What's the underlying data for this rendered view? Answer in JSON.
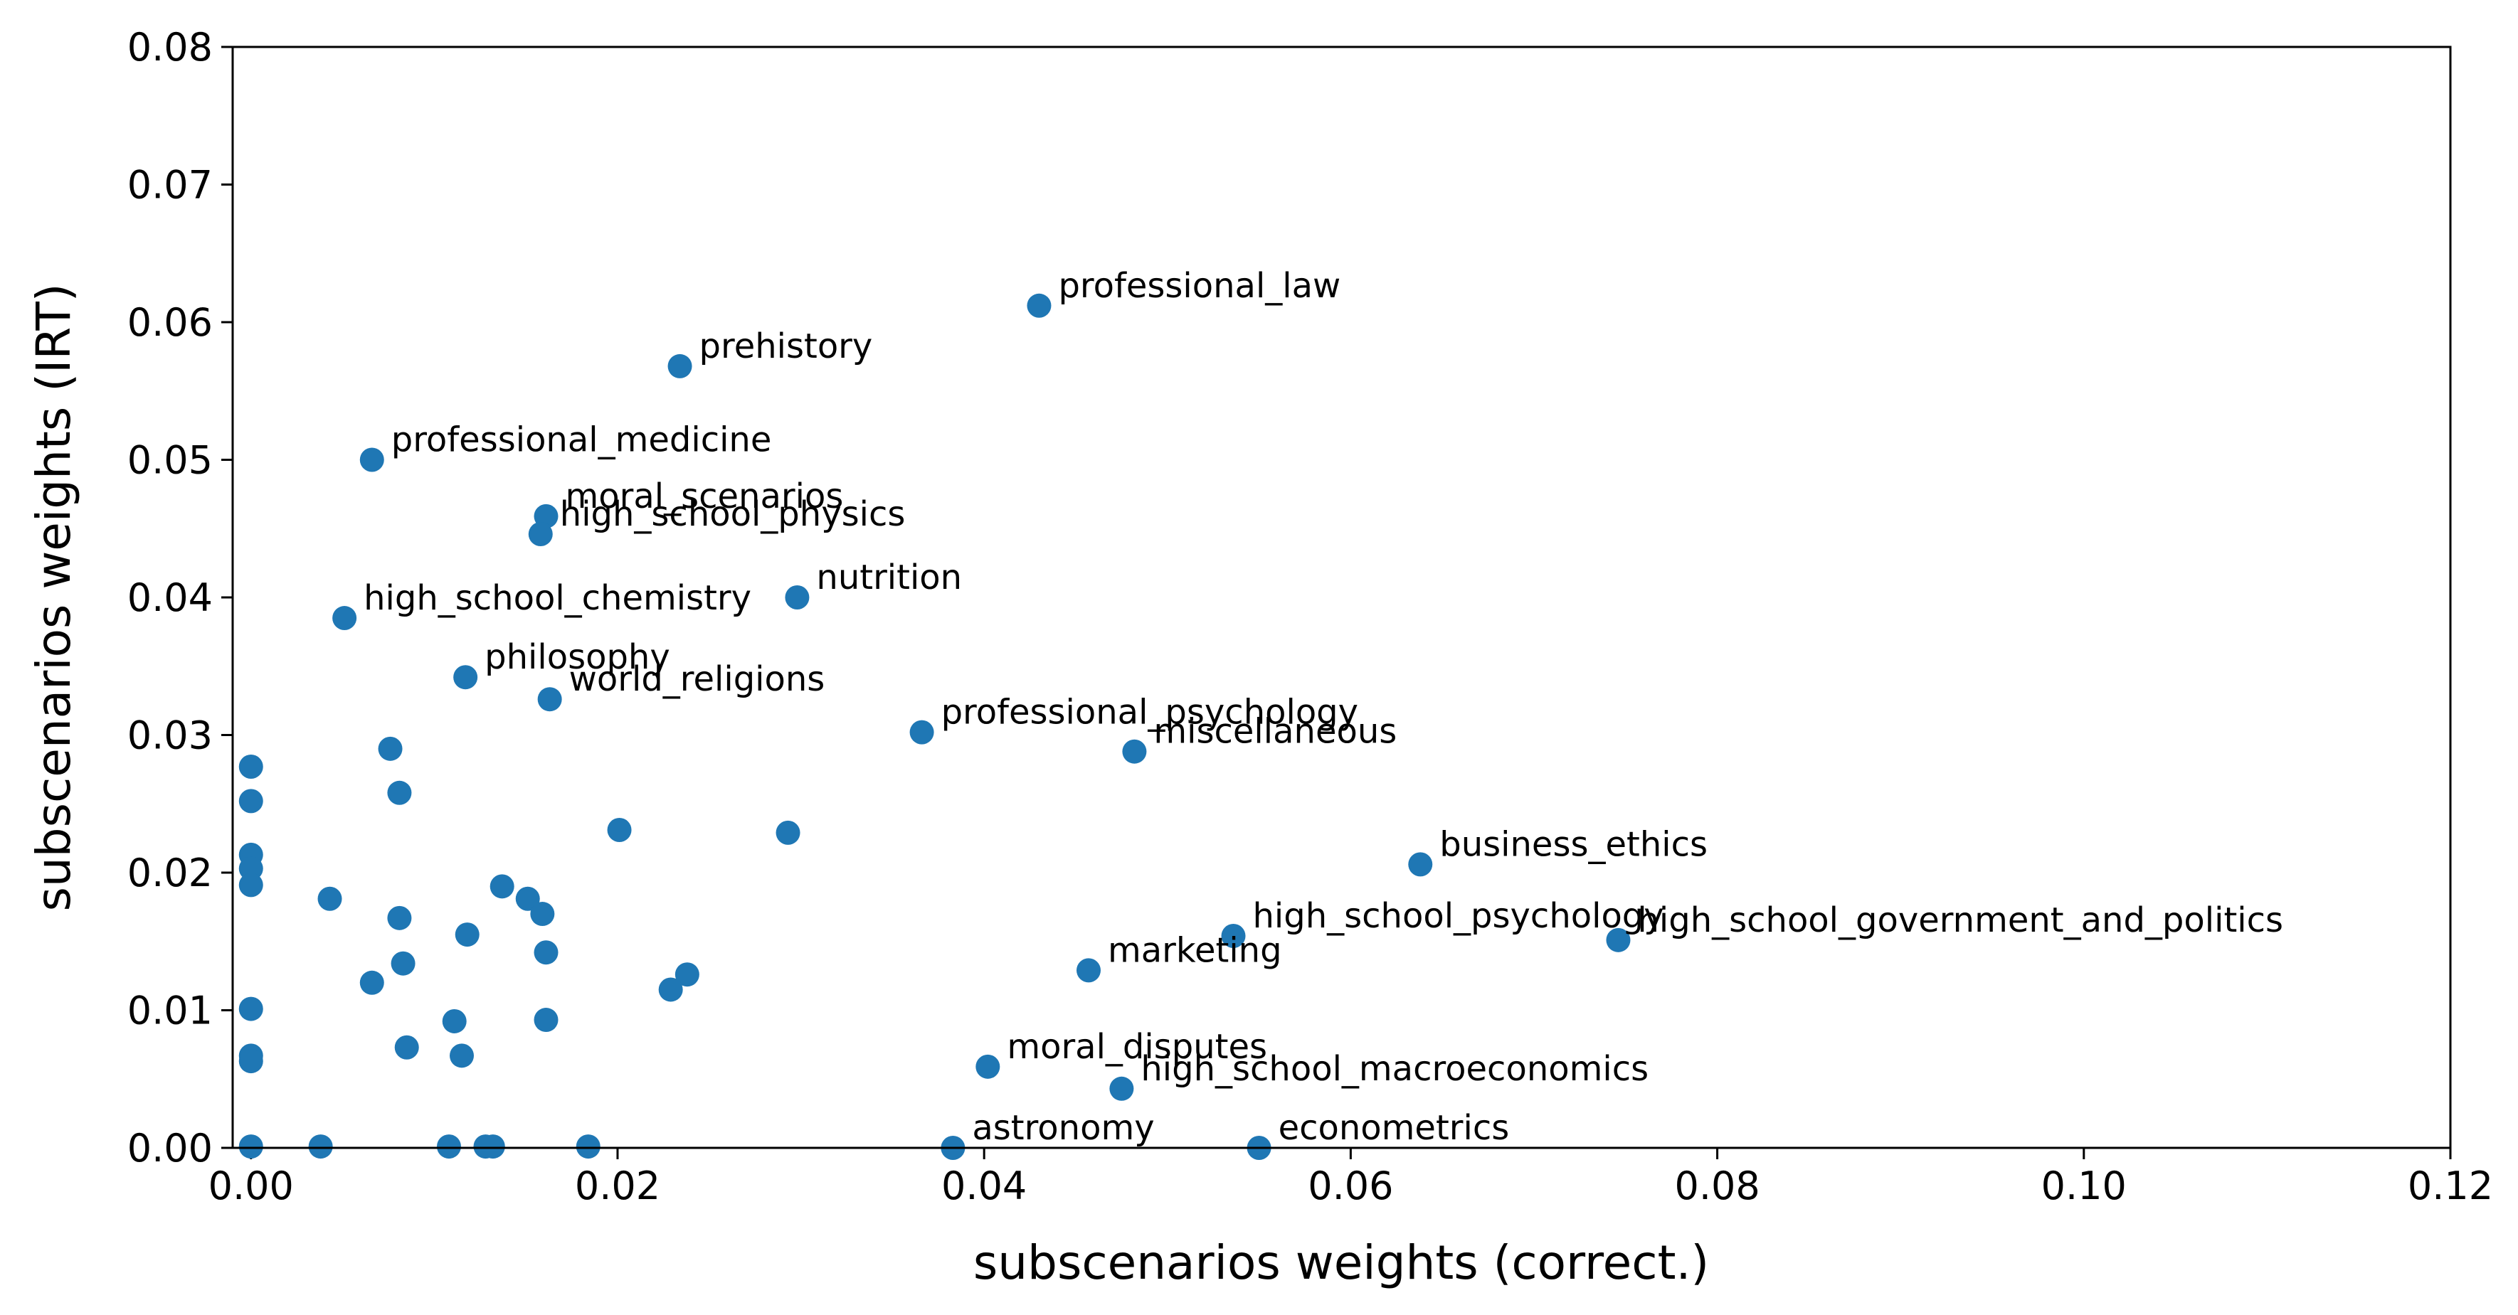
{
  "chart_data": {
    "type": "scatter",
    "xlabel": "subscenarios weights (correct.)",
    "ylabel": "subscenarios weights (IRT)",
    "xlim": [
      -0.001,
      0.12
    ],
    "ylim": [
      0.0,
      0.08
    ],
    "x_ticks": [
      "0.00",
      "0.02",
      "0.04",
      "0.06",
      "0.08",
      "0.10",
      "0.12"
    ],
    "y_ticks": [
      "0.00",
      "0.01",
      "0.02",
      "0.03",
      "0.04",
      "0.05",
      "0.06",
      "0.07",
      "0.08"
    ],
    "grid": false,
    "color": "#1f77b4",
    "points": [
      {
        "x": 0.043,
        "y": 0.0612,
        "label": "professional_law"
      },
      {
        "x": 0.0234,
        "y": 0.0568,
        "label": "prehistory"
      },
      {
        "x": 0.0066,
        "y": 0.05,
        "label": "professional_medicine"
      },
      {
        "x": 0.0161,
        "y": 0.0459,
        "label": "moral_scenarios"
      },
      {
        "x": 0.0158,
        "y": 0.0446,
        "label": "high_school_physics"
      },
      {
        "x": 0.0298,
        "y": 0.04,
        "label": "nutrition"
      },
      {
        "x": 0.0051,
        "y": 0.0385,
        "label": "high_school_chemistry"
      },
      {
        "x": 0.0117,
        "y": 0.0342,
        "label": "philosophy"
      },
      {
        "x": 0.0163,
        "y": 0.0326,
        "label": "world_religions"
      },
      {
        "x": 0.0366,
        "y": 0.0302,
        "label": "professional_psychology"
      },
      {
        "x": 0.0482,
        "y": 0.0288,
        "label": "miscellaneous"
      },
      {
        "x": 0.0638,
        "y": 0.0206,
        "label": "business_ethics"
      },
      {
        "x": 0.0536,
        "y": 0.0154,
        "label": "high_school_psychology"
      },
      {
        "x": 0.0746,
        "y": 0.0151,
        "label": "high_school_government_and_politics"
      },
      {
        "x": 0.0457,
        "y": 0.0129,
        "label": "marketing"
      },
      {
        "x": 0.0402,
        "y": 0.0059,
        "label": "moral_disputes"
      },
      {
        "x": 0.0475,
        "y": 0.0043,
        "label": "high_school_macroeconomics"
      },
      {
        "x": 0.0383,
        "y": 0.0,
        "label": "astronomy"
      },
      {
        "x": 0.055,
        "y": 0.0,
        "label": "econometrics"
      },
      {
        "x": 0.0,
        "y": 0.0277
      },
      {
        "x": 0.0,
        "y": 0.0252
      },
      {
        "x": 0.0,
        "y": 0.0213
      },
      {
        "x": 0.0,
        "y": 0.0203
      },
      {
        "x": 0.0,
        "y": 0.0191
      },
      {
        "x": 0.0,
        "y": 0.0101
      },
      {
        "x": 0.0,
        "y": 0.0067
      },
      {
        "x": 0.0,
        "y": 0.0063
      },
      {
        "x": 0.0,
        "y": 0.0001
      },
      {
        "x": 0.0038,
        "y": 0.0001
      },
      {
        "x": 0.0043,
        "y": 0.0181
      },
      {
        "x": 0.0066,
        "y": 0.012
      },
      {
        "x": 0.0076,
        "y": 0.029
      },
      {
        "x": 0.0081,
        "y": 0.0258
      },
      {
        "x": 0.0081,
        "y": 0.0167
      },
      {
        "x": 0.0083,
        "y": 0.0134
      },
      {
        "x": 0.0085,
        "y": 0.0073
      },
      {
        "x": 0.0108,
        "y": 0.0001
      },
      {
        "x": 0.0111,
        "y": 0.0092
      },
      {
        "x": 0.0115,
        "y": 0.0067
      },
      {
        "x": 0.0118,
        "y": 0.0155
      },
      {
        "x": 0.0128,
        "y": 0.0001
      },
      {
        "x": 0.0132,
        "y": 0.0001
      },
      {
        "x": 0.0137,
        "y": 0.019
      },
      {
        "x": 0.0151,
        "y": 0.0181
      },
      {
        "x": 0.0159,
        "y": 0.017
      },
      {
        "x": 0.0161,
        "y": 0.0142
      },
      {
        "x": 0.0161,
        "y": 0.0093
      },
      {
        "x": 0.0184,
        "y": 0.0001
      },
      {
        "x": 0.0201,
        "y": 0.0231
      },
      {
        "x": 0.0229,
        "y": 0.0115
      },
      {
        "x": 0.0238,
        "y": 0.0126
      },
      {
        "x": 0.0293,
        "y": 0.0229
      }
    ]
  }
}
